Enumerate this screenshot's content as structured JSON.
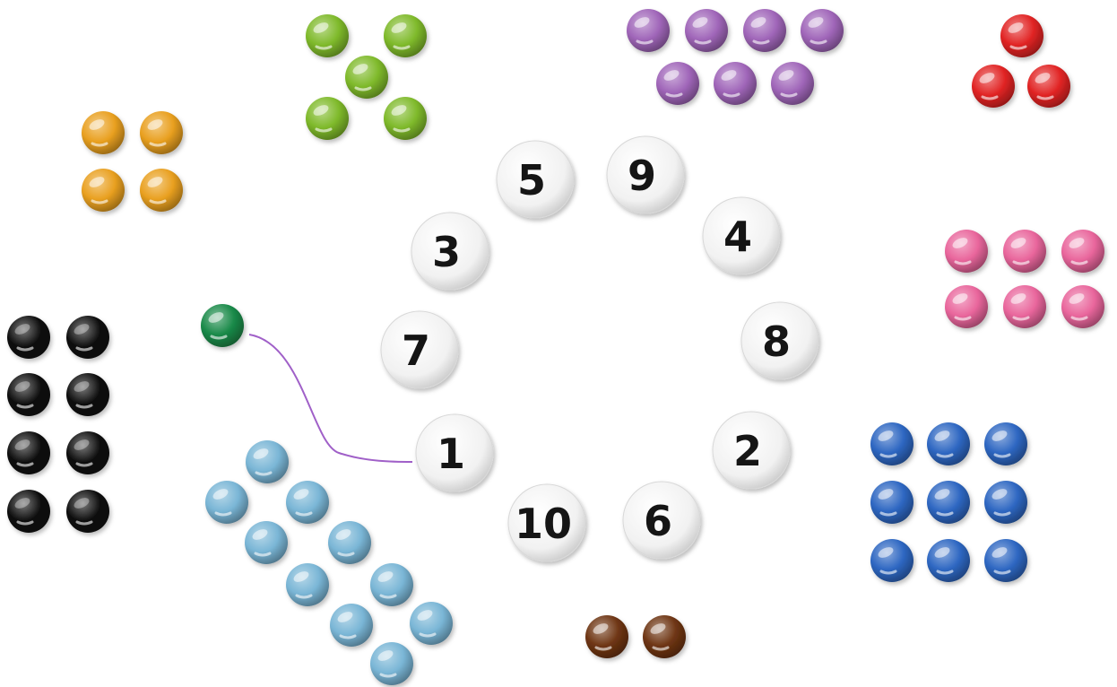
{
  "colors": {
    "yellow": "#e9a020",
    "green": "#7fba2b",
    "purple": "#a066b9",
    "red": "#e12424",
    "pink": "#e9669c",
    "black": "#111111",
    "dark_green": "#1a8a49",
    "light_blue": "#7ab6d6",
    "blue": "#2e67c2",
    "brown": "#6e3513",
    "token_white": "#f4f4f4",
    "connector": "#a060c8"
  },
  "number_tokens": [
    {
      "label": "5"
    },
    {
      "label": "9"
    },
    {
      "label": "3"
    },
    {
      "label": "4"
    },
    {
      "label": "7"
    },
    {
      "label": "8"
    },
    {
      "label": "1"
    },
    {
      "label": "2"
    },
    {
      "label": "10"
    },
    {
      "label": "6"
    }
  ],
  "bead_groups": [
    {
      "id": "yellow",
      "color": "yellow",
      "count": 4
    },
    {
      "id": "green",
      "color": "green",
      "count": 5
    },
    {
      "id": "purple",
      "color": "purple",
      "count": 7
    },
    {
      "id": "red",
      "color": "red",
      "count": 3
    },
    {
      "id": "pink",
      "color": "pink",
      "count": 6
    },
    {
      "id": "black",
      "color": "black",
      "count": 8
    },
    {
      "id": "dark-green",
      "color": "dark_green",
      "count": 1
    },
    {
      "id": "light-blue",
      "color": "light_blue",
      "count": 10
    },
    {
      "id": "blue",
      "color": "blue",
      "count": 9
    },
    {
      "id": "brown",
      "color": "brown",
      "count": 2
    }
  ],
  "matches": [
    {
      "group": "dark-green",
      "number": "1"
    }
  ]
}
